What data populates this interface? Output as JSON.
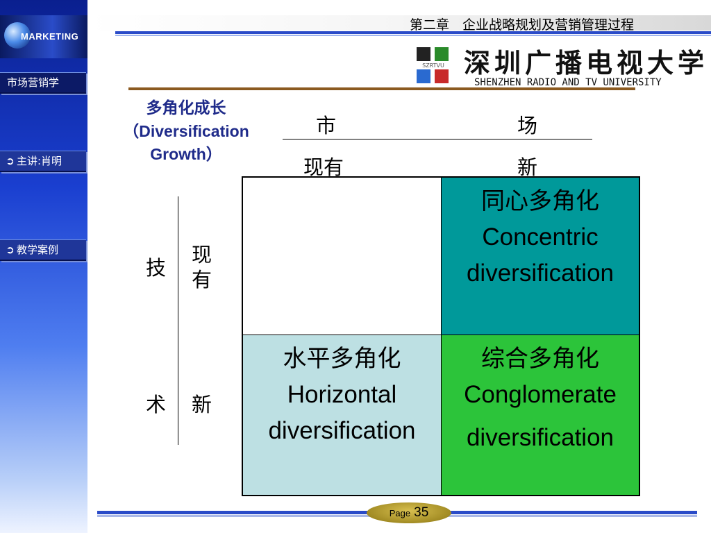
{
  "sidebar": {
    "logo_text": "MARKETING",
    "course_title": "市场营销学",
    "items": [
      {
        "label": "主讲:肖明"
      },
      {
        "label": "教学案例"
      }
    ]
  },
  "header": {
    "chapter": "第二章　企业战略规划及营销管理过程",
    "university_cn": "深圳广播电视大学",
    "university_en": "SHENZHEN RADIO AND TV UNIVERSITY",
    "logo_text": "SZRTVU"
  },
  "title": {
    "line1": "多角化成长",
    "line2": "（Diversification",
    "line3": "Growth）"
  },
  "market_axis": {
    "label_left": "市",
    "label_right": "场",
    "existing": "现有",
    "new": "新"
  },
  "tech_axis": {
    "label_top": "技",
    "label_bottom": "术",
    "existing_1": "现",
    "existing_2": "有",
    "new": "新"
  },
  "matrix": {
    "concentric": {
      "cn": "同心多角化",
      "en1": "Concentric",
      "en2": "diversification",
      "color": "#00999a"
    },
    "horizontal": {
      "cn": "水平多角化",
      "en1": "Horizontal",
      "en2": "diversification",
      "color": "#bde0e3"
    },
    "conglomerate": {
      "cn": "综合多角化",
      "en1": "Conglomerate",
      "en2": "diversification",
      "color": "#2cc43a"
    }
  },
  "footer": {
    "page_word": "Page",
    "page_number": "35"
  }
}
